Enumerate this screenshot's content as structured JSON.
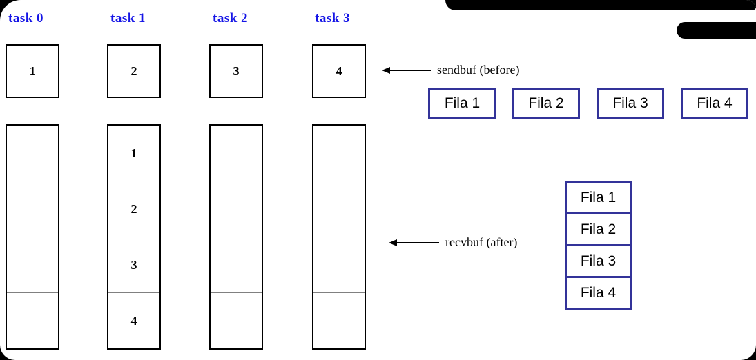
{
  "tasks": [
    {
      "label": "task 0",
      "send_value": "1",
      "recv_values": [
        "",
        "",
        "",
        ""
      ]
    },
    {
      "label": "task 1",
      "send_value": "2",
      "recv_values": [
        "1",
        "2",
        "3",
        "4"
      ]
    },
    {
      "label": "task 2",
      "send_value": "3",
      "recv_values": [
        "",
        "",
        "",
        ""
      ]
    },
    {
      "label": "task 3",
      "send_value": "4",
      "recv_values": [
        "",
        "",
        "",
        ""
      ]
    }
  ],
  "annotations": {
    "sendbuf": "sendbuf (before)",
    "recvbuf": "recvbuf (after)"
  },
  "fila_row": {
    "items": [
      "Fila 1",
      "Fila 2",
      "Fila 3",
      "Fila 4"
    ]
  },
  "fila_stack": {
    "items": [
      "Fila 1",
      "Fila 2",
      "Fila 3",
      "Fila 4"
    ]
  },
  "colors": {
    "task_label_blue": "#1515e6",
    "fila_border_blue": "#333399",
    "box_border_black": "#000000"
  }
}
